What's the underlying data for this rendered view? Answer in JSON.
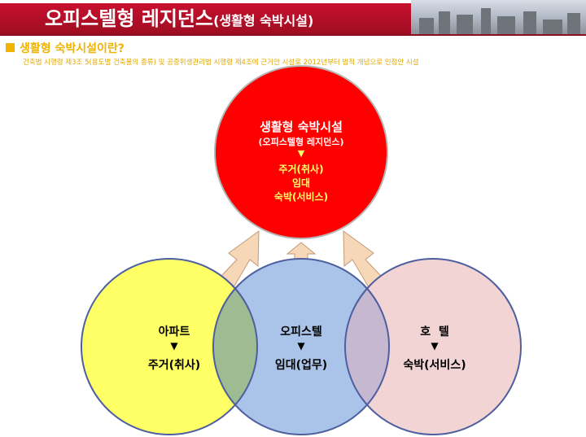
{
  "header": {
    "title_main": "오피스텔형 레지던스",
    "title_sub": "(생활형 숙박시설)"
  },
  "section": {
    "heading": "생활형  숙박시설이란?",
    "description": "건축법 시행령 제3조 5(용도별 건축물의 종류) 및 공중위생관리법 시행령 제4조에 근거안 시설로 2012년부터 법적 개념으로 인정안 시설"
  },
  "diagram": {
    "top": {
      "title": "생활형 숙박시설",
      "subtitle": "(오피스텔형 레지던스)",
      "arrow": "▼",
      "lines": [
        "주거(취사)",
        "임대",
        "숙박(서비스)"
      ]
    },
    "circles": [
      {
        "id": "apartment",
        "label": "아파트",
        "arrow": "▼",
        "value": "주거(취사)",
        "color": "#ffff66"
      },
      {
        "id": "officetel",
        "label": "오피스텔",
        "arrow": "▼",
        "value": "임대(업무)",
        "color": "#a9c4e8"
      },
      {
        "id": "hotel",
        "label": "호  텔",
        "arrow": "▼",
        "value": "숙박(서비스)",
        "color": "#f2d4d4"
      }
    ],
    "top_color": "#ff0000",
    "arrow_color": "#f6d7b8"
  }
}
